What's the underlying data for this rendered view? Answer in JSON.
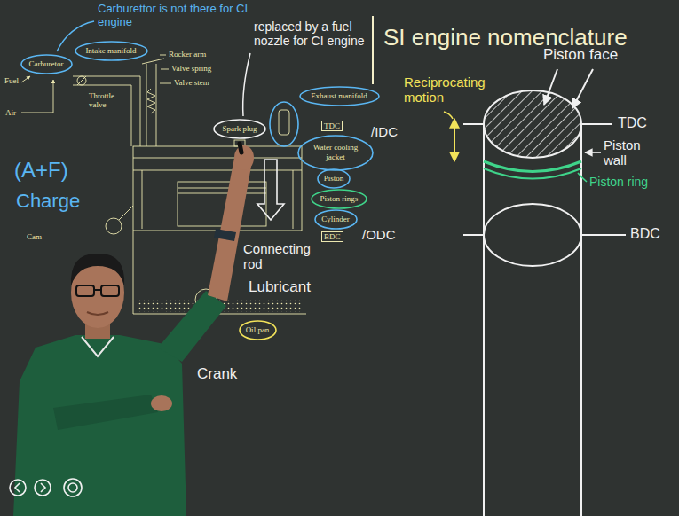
{
  "diagram": {
    "title": "SI engine nomenclature",
    "nodes": [
      {
        "text": [
          "Intake manifold"
        ]
      },
      {
        "text": [
          "Carburetor"
        ]
      },
      {
        "text": [
          "Spark plug"
        ]
      },
      {
        "text": [
          "Exhaust manifold"
        ]
      },
      {
        "text": [
          "Water cooling jacket"
        ]
      },
      {
        "text": [
          "Piston"
        ]
      },
      {
        "text": [
          "Piston rings"
        ]
      },
      {
        "text": [
          "Cylinder"
        ]
      },
      {
        "text": [
          "Oil pan"
        ]
      }
    ],
    "labels": [
      "Carburettor is not there for CI engine",
      "replaced by a fuel nozzle for CI engine",
      "Rocker arm",
      "Valve spring",
      "Valve stem",
      "Fuel",
      "Throttle valve",
      "Air",
      "(A+F)",
      "Charge",
      "Cam",
      "TDC",
      "/IDC",
      "BDC",
      "/ODC",
      "Connecting rod",
      "Lubricant",
      "Crank",
      "Reciprocating motion",
      "Piston face",
      "TDC",
      "Piston wall",
      "Piston ring",
      "BDC"
    ]
  }
}
